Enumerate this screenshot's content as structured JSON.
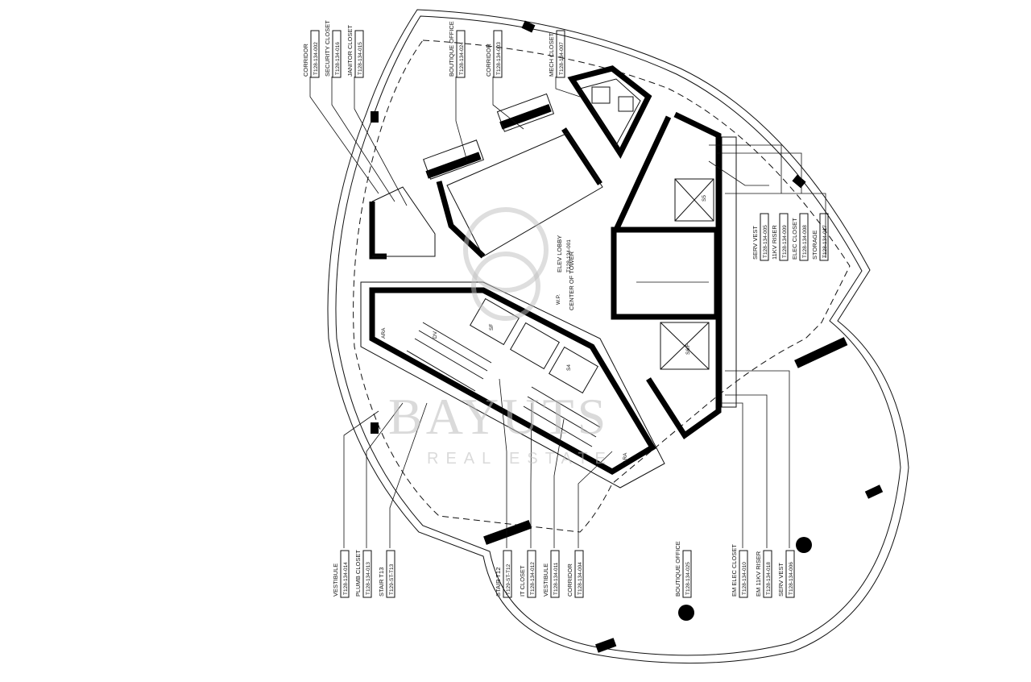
{
  "room_tags": {
    "corridor_002": {
      "name": "CORRIDOR",
      "code": "T128-134-002"
    },
    "security_closet": {
      "name": "SECURITY CLOSET",
      "code": "T128-134-016"
    },
    "janitor_closet": {
      "name": "JANITOR CLOSET",
      "code": "T128-134-015"
    },
    "boutique_office_024": {
      "name": "BOUTIQUE OFFICE",
      "code": "T128-134-024"
    },
    "corridor_003": {
      "name": "CORRIDOR",
      "code": "T128-134-003"
    },
    "mech_closet": {
      "name": "MECH CLOSET",
      "code": "T128-134-007"
    },
    "serv_vest_005": {
      "name": "SERV VEST",
      "code": "T128-134-005"
    },
    "riser_11kv": {
      "name": "11KV RISER",
      "code": "T128-134-009"
    },
    "elec_closet": {
      "name": "ELEC CLOSET",
      "code": "T128-134-008"
    },
    "storage": {
      "name": "STORAGE",
      "code": "T128-134-017"
    },
    "vestibule_014": {
      "name": "VESTIBULE",
      "code": "T128-134-014"
    },
    "plumb_closet": {
      "name": "PLUMB CLOSET",
      "code": "T128-134-013"
    },
    "stair_t13": {
      "name": "STAIR T13",
      "code": "T129-ST-T13"
    },
    "stair_t12": {
      "name": "STAIR T12",
      "code": "T129-ST-T12"
    },
    "it_closet": {
      "name": "IT CLOSET",
      "code": "T128-134-012"
    },
    "vestibule_011": {
      "name": "VESTIBULE",
      "code": "T128-134-011"
    },
    "corridor_004": {
      "name": "CORRIDOR",
      "code": "T128-134-004"
    },
    "boutique_office_025": {
      "name": "BOUTIQUE OFFICE",
      "code": "T128-134-025"
    },
    "em_elec_closet": {
      "name": "EM ELEC CLOSET",
      "code": "T128-134-010"
    },
    "em_11kv_riser": {
      "name": "EM 11KV RISER",
      "code": "T128-134-018"
    },
    "serv_vest_006": {
      "name": "SERV VEST",
      "code": "T128-134-006"
    }
  },
  "core_labels": {
    "elev_lobby": "ELEV LOBBY",
    "elev_lobby_code": "T128-134-001",
    "center_of_tower": "CENTER OF TOWER",
    "wp": "W.P."
  },
  "small_tags": {
    "ara_1": "ARA",
    "ara_2": "ARA",
    "lift_s4": "S4",
    "lift_sf": "SF",
    "lift_s5": "S5",
    "lift_fsf": "S6/F",
    "dv": "DV"
  },
  "watermark": {
    "brand": "BAYUTS",
    "subtitle": "REAL ESTATE"
  },
  "colors": {
    "ink": "#000000",
    "watermark": "#bdbdbd",
    "paper": "#ffffff"
  }
}
